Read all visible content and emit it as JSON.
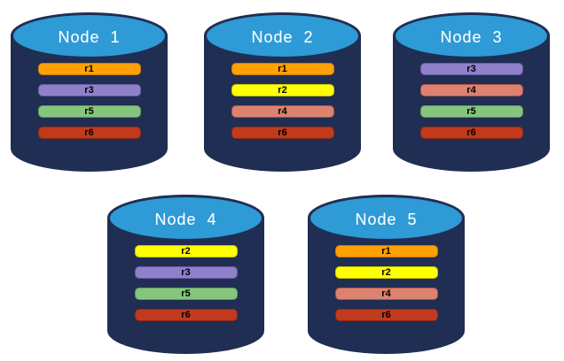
{
  "diagram": {
    "description": "Replica placement across database nodes",
    "background_color": "#FFFFFF",
    "cylinder": {
      "body_color": "#1F2E52",
      "top_color": "#2E9AD6",
      "title_color": "#FFFFFF"
    },
    "replica_colors": {
      "r1": {
        "bg": "#FFA005",
        "border": "#C87D04"
      },
      "r2": {
        "bg": "#FFFF00",
        "border": "#C8C800"
      },
      "r3": {
        "bg": "#8E80C9",
        "border": "#6A5CA8"
      },
      "r4": {
        "bg": "#DB8270",
        "border": "#B05545"
      },
      "r5": {
        "bg": "#85C57D",
        "border": "#5E9B57"
      },
      "r6": {
        "bg": "#C13A1E",
        "border": "#8F2A14"
      }
    },
    "nodes": [
      {
        "title": "Node  1",
        "replicas": [
          "r1",
          "r3",
          "r5",
          "r6"
        ]
      },
      {
        "title": "Node  2",
        "replicas": [
          "r1",
          "r2",
          "r4",
          "r6"
        ]
      },
      {
        "title": "Node  3",
        "replicas": [
          "r3",
          "r4",
          "r5",
          "r6"
        ]
      },
      {
        "title": "Node  4",
        "replicas": [
          "r2",
          "r3",
          "r5",
          "r6"
        ]
      },
      {
        "title": "Node  5",
        "replicas": [
          "r1",
          "r2",
          "r4",
          "r6"
        ]
      }
    ]
  }
}
